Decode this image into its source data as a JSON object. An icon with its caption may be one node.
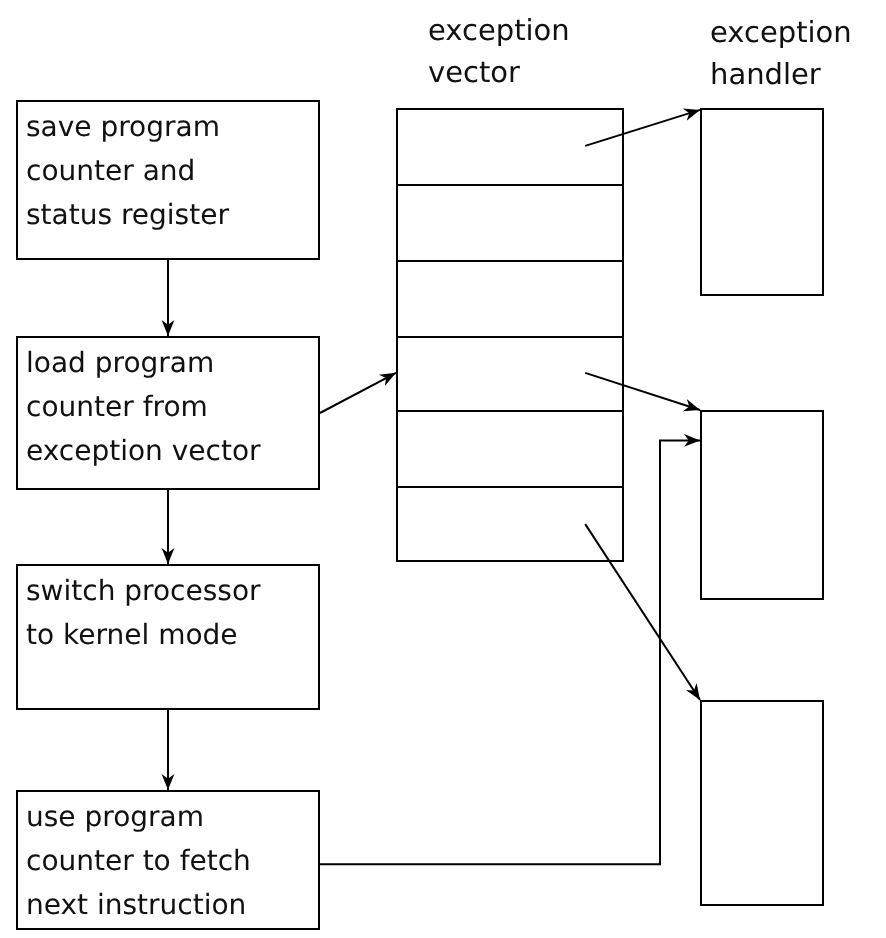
{
  "diagram": {
    "nodes": [
      {
        "text": [
          "save program counter and status register"
        ]
      },
      {
        "text": [
          "load program counter from exception vector"
        ]
      },
      {
        "text": [
          "switch processor to kernel mode"
        ]
      },
      {
        "text": [
          "use program counter to fetch next instruction"
        ]
      },
      {
        "text": [
          "exception vector"
        ]
      },
      {
        "text": [],
        "shape": "box",
        "in": 4
      },
      {
        "text": [],
        "shape": "box",
        "in": 4
      },
      {
        "text": [],
        "shape": "box",
        "in": 4
      },
      {
        "text": [],
        "shape": "box",
        "in": 4
      },
      {
        "text": [],
        "shape": "box",
        "in": 4
      },
      {
        "text": [],
        "shape": "box",
        "in": 4
      },
      {
        "text": [
          "exception handler"
        ]
      },
      {
        "text": [],
        "shape": "box"
      },
      {
        "text": [],
        "shape": "box"
      }
    ],
    "edges": [
      {
        "from": 0,
        "to": 1,
        "arrow": "to"
      },
      {
        "from": 1,
        "to": 2,
        "arrow": "to"
      },
      {
        "from": 2,
        "to": 3,
        "arrow": "to"
      },
      {
        "from": 1,
        "to": 8,
        "arrow": "to"
      },
      {
        "from": 5,
        "to": 11,
        "arrow": "to"
      },
      {
        "from": 8,
        "to": 12,
        "arrow": "to"
      },
      {
        "from": 10,
        "to": 13,
        "arrow": "to"
      },
      {
        "from": 3,
        "to": 12,
        "arrow": "to"
      }
    ]
  }
}
